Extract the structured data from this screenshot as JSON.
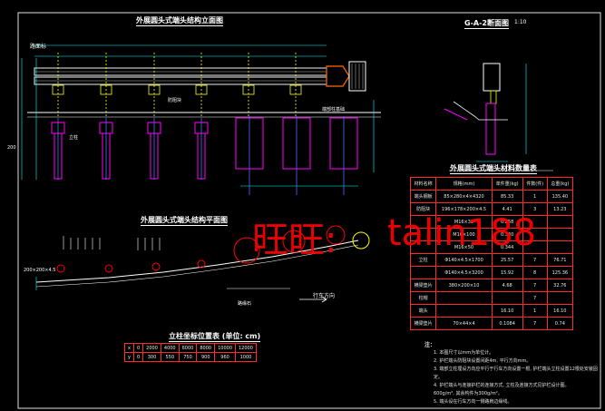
{
  "titles": {
    "elevation": "外展圆头式端头结构立面图",
    "section": "G-A-2断面图",
    "section_scale": "1:10",
    "plan": "外展圆头式端头结构平面图",
    "materials": "外展圆头式端头材料数量表",
    "position_table": "立柱坐标位置表  (单位: cm)"
  },
  "labels": {
    "road_edge": "路面标",
    "column_detail": "立柱",
    "block": "防阻块",
    "direction": "行车方向",
    "curb": "路缘石",
    "dim_left": "200",
    "plan_dim": "200×200×4.5",
    "node_note": "端部柱基础"
  },
  "watermark": {
    "left": "旺旺:",
    "right": "talin188"
  },
  "materials_table": {
    "headers": [
      "材料名称",
      "规格(mm)",
      "单件重(kg)",
      "件数(件)",
      "总重(kg)"
    ],
    "rows": [
      [
        "端头钢板",
        "85×280×4×4320",
        "85.33",
        "1",
        "135.40"
      ],
      [
        "防阻块",
        "196×178×200×4.5",
        "4.41",
        "3",
        "13.23"
      ],
      [
        "",
        "M16×35",
        "0.258",
        "",
        ""
      ],
      [
        "",
        "M16×100",
        "0.340",
        "",
        ""
      ],
      [
        "",
        "M16×50",
        "0.344",
        "",
        ""
      ],
      [
        "立柱",
        "Φ140×4.5×1700",
        "25.57",
        "7",
        "76.71"
      ],
      [
        "",
        "Φ140×4.5×3200",
        "15.92",
        "8",
        "125.36"
      ],
      [
        "横梁垫片",
        "380×200×10",
        "4.68",
        "7",
        "32.76"
      ],
      [
        "柱帽",
        "",
        "",
        "7",
        ""
      ],
      [
        "端头",
        "",
        "16.10",
        "1",
        "16.10"
      ],
      [
        "横梁垫片",
        "70×44×4",
        "0.1084",
        "7",
        "0.74"
      ]
    ]
  },
  "position_table": {
    "rows": [
      [
        "x",
        "0",
        "2000",
        "4000",
        "6000",
        "8000",
        "10000",
        "12000"
      ],
      [
        "y",
        "0",
        "300",
        "550",
        "750",
        "900",
        "960",
        "1000"
      ]
    ]
  },
  "notes": {
    "heading": "注：",
    "lines": [
      "1. 本图尺寸以mm为单位计。",
      "2. 护栏端头防阻块设置间距4m, 平行方向mm。",
      "3. 端部立柱埋设方向应平行于行车方向设置一根, 护栏端头立柱设置12根处安装固定。",
      "4. 护栏端头与连接护栏的连接方式, 立柱及连接方式见护栏设计图。",
      "   600g/m², 其余构件为300g/m²。",
      "5. 端头设在行车方向一侧路肩边缘线。"
    ]
  },
  "colors": {
    "accent_line": "#ffff00",
    "column": "#ff00ff",
    "dimension": "#00ffff",
    "table_border": "#ff2b2b",
    "watermark": "#ff0000"
  }
}
